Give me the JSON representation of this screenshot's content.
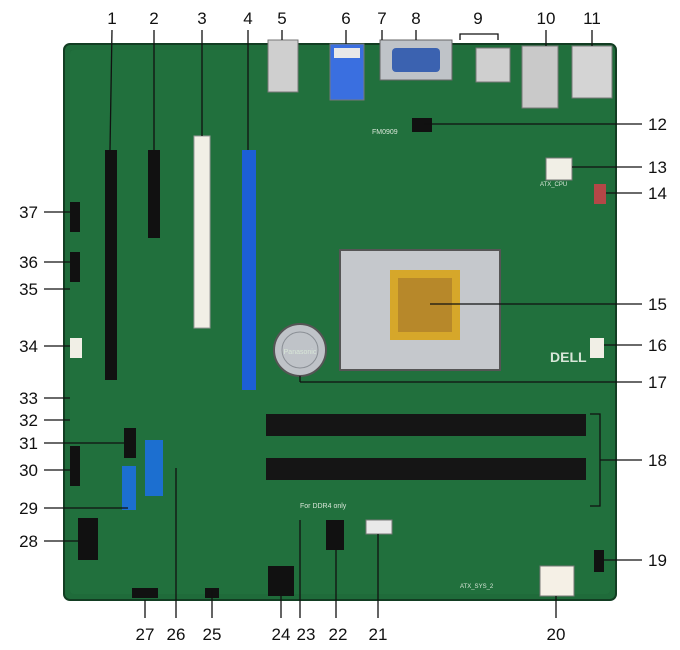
{
  "image": {
    "kind": "motherboard-layout-diagram",
    "board_color": "#1f6b3a",
    "slot_colors": {
      "pcie_x16": "#1c5fd6",
      "pcie_x1": "#111111",
      "pci": "#f1efe6",
      "sata": "#1c6fd0",
      "dimm": "#151515"
    }
  },
  "silkscreen": {
    "logo": "DELL",
    "atx_cpu": "ATX_CPU",
    "atx_sys": "ATX_SYS_2",
    "ddr4": "For DDR4 only",
    "board_code": "FM0909",
    "battery": "Panasonic"
  },
  "callouts": {
    "top": [
      "1",
      "2",
      "3",
      "4",
      "5",
      "6",
      "7",
      "8",
      "9",
      "10",
      "11"
    ],
    "right": [
      "12",
      "13",
      "14",
      "15",
      "16",
      "17",
      "18",
      "19"
    ],
    "bottom": [
      "27",
      "26",
      "25",
      "24",
      "23",
      "22",
      "21",
      "20"
    ],
    "left": [
      "37",
      "36",
      "35",
      "34",
      "33",
      "32",
      "31",
      "30",
      "29",
      "28"
    ]
  }
}
